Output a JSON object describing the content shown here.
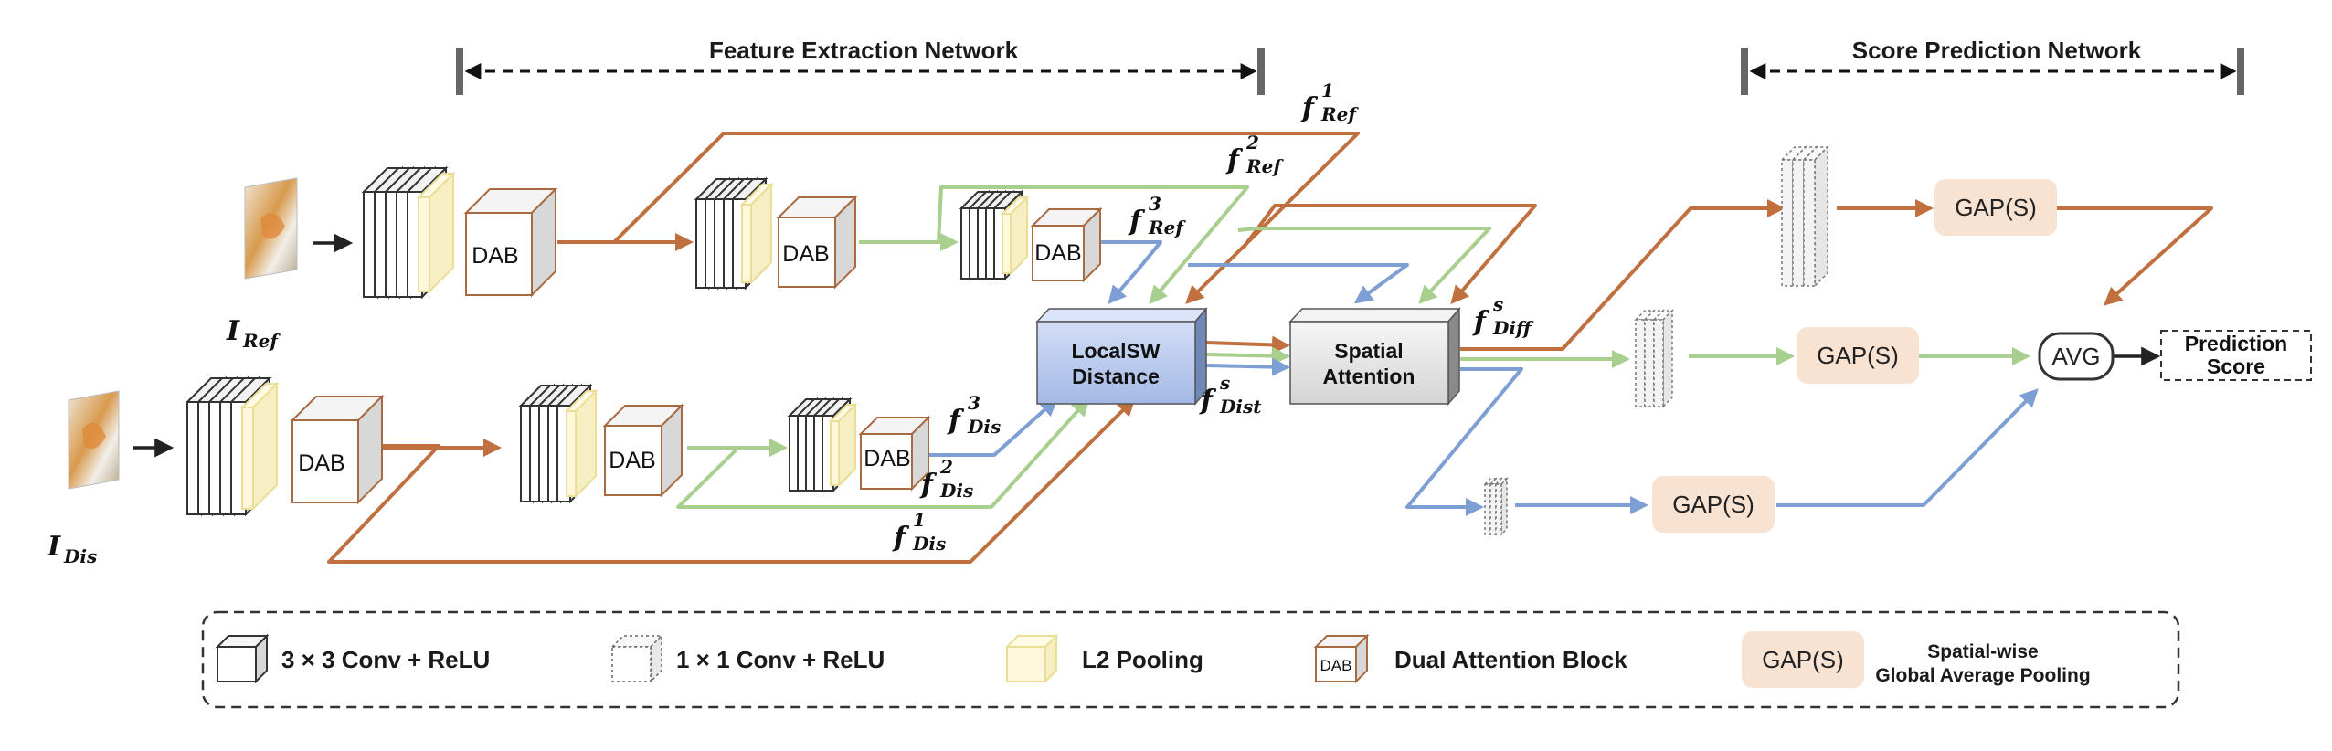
{
  "titles": {
    "feature_extraction": "Feature Extraction Network",
    "score_prediction": "Score Prediction Network"
  },
  "inputs": {
    "ref_label_main": "I",
    "ref_label_sub": "Ref",
    "dis_label_main": "I",
    "dis_label_sub": "Dis"
  },
  "blocks": {
    "dab": "DAB",
    "localsw_line1": "LocalSW",
    "localsw_line2": "Distance",
    "spatial_line1": "Spatial",
    "spatial_line2": "Attention",
    "gap": "GAP(S)",
    "avg": "AVG",
    "prediction_line1": "Prediction",
    "prediction_line2": "Score"
  },
  "features": {
    "f_main": "f",
    "ref1_sup": "1",
    "ref1_sub": "Ref",
    "ref2_sup": "2",
    "ref2_sub": "Ref",
    "ref3_sup": "3",
    "ref3_sub": "Ref",
    "dis1_sup": "1",
    "dis1_sub": "Dis",
    "dis2_sup": "2",
    "dis2_sub": "Dis",
    "dis3_sup": "3",
    "dis3_sub": "Dis",
    "diff_sup": "s",
    "diff_sub": "Diff",
    "dist_sup": "s",
    "dist_sub": "Dist"
  },
  "legend": {
    "conv3": "3 × 3 Conv + ReLU",
    "conv1": "1 × 1 Conv + ReLU",
    "l2pool": "L2 Pooling",
    "dab_desc": "Dual Attention Block",
    "dab_icon": "DAB",
    "gap_icon": "GAP(S)",
    "gap_line1": "Spatial-wise",
    "gap_line2": "Global Average Pooling"
  },
  "colors": {
    "orange": "#c0703f",
    "green": "#a8cf8e",
    "blue": "#7d9fd3",
    "dab_border": "#a86a42",
    "l2_fill": "#fff8dc",
    "l2_border": "#eadf95",
    "gap_fill": "#f8e3d3",
    "localsw_fill": "#b6c8ec",
    "spatial_fill": "#e4e4e4"
  }
}
